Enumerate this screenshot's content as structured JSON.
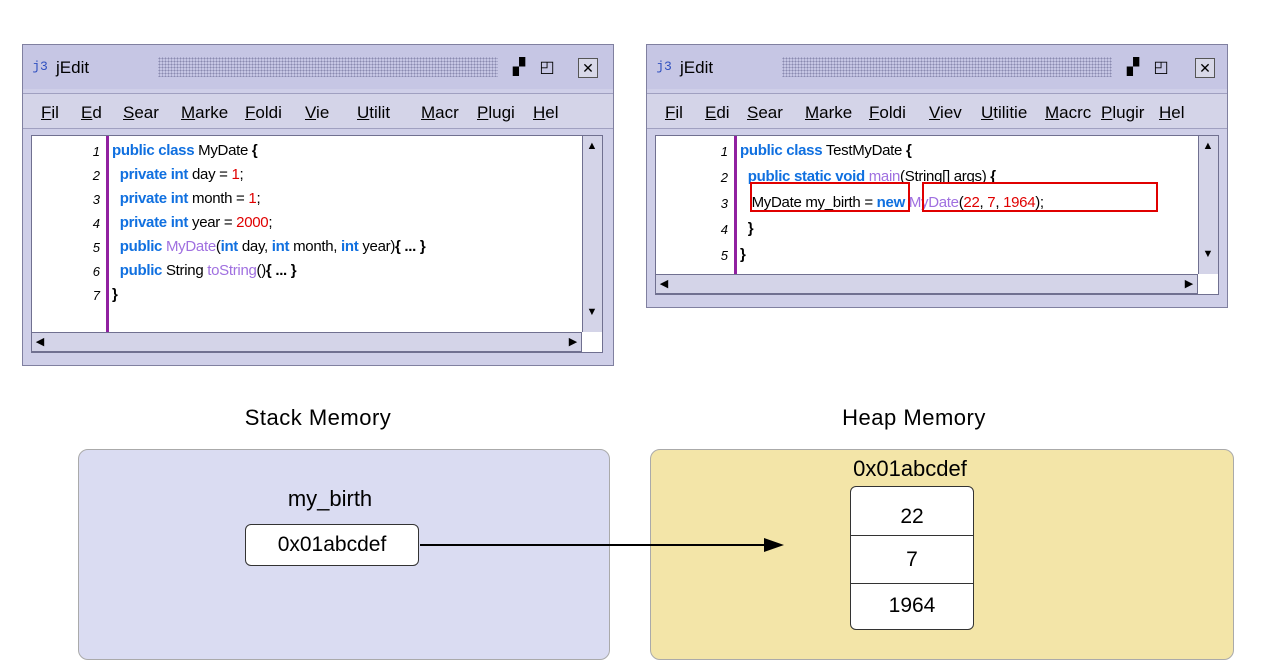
{
  "window_left": {
    "title": "jEdit",
    "menus": [
      "File",
      "Edit",
      "Search",
      "Markers",
      "Folding",
      "View",
      "Utilities",
      "Macros",
      "Plugins",
      "Help"
    ],
    "menus_visible": [
      "Fil",
      "Ed",
      "Sear",
      "Marke",
      "Foldi",
      "Vie",
      "Utilit",
      "Macr",
      "Plugi",
      "Hel"
    ],
    "line_numbers": [
      "1",
      "2",
      "3",
      "4",
      "5",
      "6",
      "7"
    ],
    "lines": [
      [
        {
          "t": "public class",
          "c": "kw"
        },
        {
          "t": " MyDate ",
          "c": ""
        },
        {
          "t": "{",
          "c": "br"
        }
      ],
      [
        {
          "t": "  private int",
          "c": "kw"
        },
        {
          "t": " day = ",
          "c": ""
        },
        {
          "t": "1",
          "c": "nm"
        },
        {
          "t": ";",
          "c": ""
        }
      ],
      [
        {
          "t": "  private int",
          "c": "kw"
        },
        {
          "t": " month = ",
          "c": ""
        },
        {
          "t": "1",
          "c": "nm"
        },
        {
          "t": ";",
          "c": ""
        }
      ],
      [
        {
          "t": "  private int",
          "c": "kw"
        },
        {
          "t": " year = ",
          "c": ""
        },
        {
          "t": "2000",
          "c": "nm"
        },
        {
          "t": ";",
          "c": ""
        }
      ],
      [
        {
          "t": "  public",
          "c": "kw"
        },
        {
          "t": " ",
          "c": ""
        },
        {
          "t": "MyDate",
          "c": "fn"
        },
        {
          "t": "(",
          "c": ""
        },
        {
          "t": "int",
          "c": "kw"
        },
        {
          "t": " day, ",
          "c": ""
        },
        {
          "t": "int",
          "c": "kw"
        },
        {
          "t": " month, ",
          "c": ""
        },
        {
          "t": "int",
          "c": "kw"
        },
        {
          "t": " year)",
          "c": ""
        },
        {
          "t": "{ ... }",
          "c": "br"
        }
      ],
      [
        {
          "t": "  public",
          "c": "kw"
        },
        {
          "t": " String ",
          "c": ""
        },
        {
          "t": "toString",
          "c": "fn"
        },
        {
          "t": "()",
          "c": ""
        },
        {
          "t": "{ ... }",
          "c": "br"
        }
      ],
      [
        {
          "t": "}",
          "c": "br"
        }
      ]
    ]
  },
  "window_right": {
    "title": "jEdit",
    "menus_visible": [
      "Fil",
      "Edi",
      "Sear",
      "Marke",
      "Foldi",
      "Viev",
      "Utilitie",
      "Macrc",
      "Plugir",
      "Hel"
    ],
    "line_numbers": [
      "1",
      "2",
      "3",
      "4",
      "5"
    ],
    "lines": [
      [
        {
          "t": "public class",
          "c": "kw"
        },
        {
          "t": " TestMyDate ",
          "c": ""
        },
        {
          "t": "{",
          "c": "br"
        }
      ],
      [
        {
          "t": "  public static void",
          "c": "kw"
        },
        {
          "t": " ",
          "c": ""
        },
        {
          "t": "main",
          "c": "fn"
        },
        {
          "t": "(String[] args) ",
          "c": ""
        },
        {
          "t": "{",
          "c": "br"
        }
      ],
      [
        {
          "t": "   MyDate my_birth ",
          "c": ""
        },
        {
          "t": "= ",
          "c": ""
        },
        {
          "t": "new",
          "c": "kw"
        },
        {
          "t": " ",
          "c": ""
        },
        {
          "t": "MyDate",
          "c": "fn"
        },
        {
          "t": "(",
          "c": ""
        },
        {
          "t": "22",
          "c": "nm"
        },
        {
          "t": ", ",
          "c": ""
        },
        {
          "t": "7",
          "c": "nm"
        },
        {
          "t": ", ",
          "c": ""
        },
        {
          "t": "1964",
          "c": "nm"
        },
        {
          "t": ");",
          "c": ""
        }
      ],
      [
        {
          "t": "  }",
          "c": "br"
        }
      ],
      [
        {
          "t": "}",
          "c": "br"
        }
      ]
    ]
  },
  "diagram": {
    "stack_title": "Stack Memory",
    "heap_title": "Heap Memory",
    "var_name": "my_birth",
    "ref_value": "0x01abcdef",
    "heap_address": "0x01abcdef",
    "object_fields": [
      "22",
      "7",
      "1964"
    ],
    "colors": {
      "stack_fill": "#dadcf2",
      "heap_fill": "#f3e5a8",
      "highlight": "#e00000",
      "keyword": "#1070e0",
      "method": "#a070e0",
      "number": "#e00000",
      "gutter": "#9020a0"
    }
  }
}
